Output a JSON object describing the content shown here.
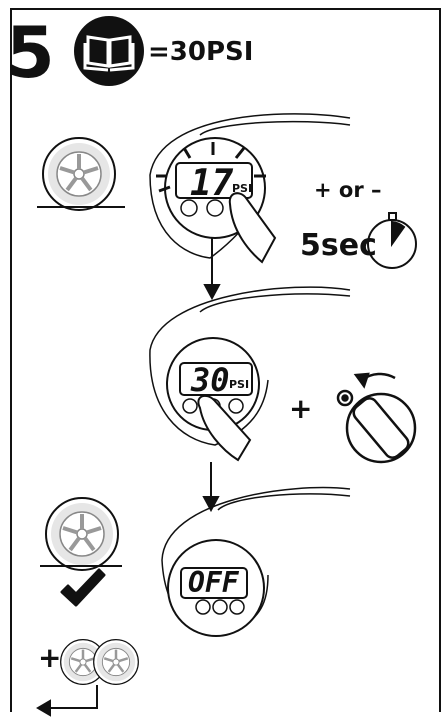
{
  "header": {
    "step_number": "5",
    "manual_icon": "open-book-icon",
    "pressure_label": "=30PSI"
  },
  "step_adjust": {
    "display_value": "17",
    "display_unit": "PSI",
    "adjust_label": "+ or –",
    "hold_time": "5sec",
    "timer_icon": "stopwatch-icon"
  },
  "step_confirm": {
    "display_value": "30",
    "display_unit": "PSI",
    "plus_label": "+",
    "dial_icon": "rotary-knob-icon"
  },
  "step_off": {
    "display_value": "OFF",
    "check_icon": "checkmark-icon"
  },
  "footer": {
    "plus_label": "+",
    "tires_icon": "two-tires-icon"
  },
  "colors": {
    "ink": "#111111",
    "device_fill": "#ffffff",
    "badge_bg": "#111111",
    "tire_rim": "#aaaaaa"
  }
}
